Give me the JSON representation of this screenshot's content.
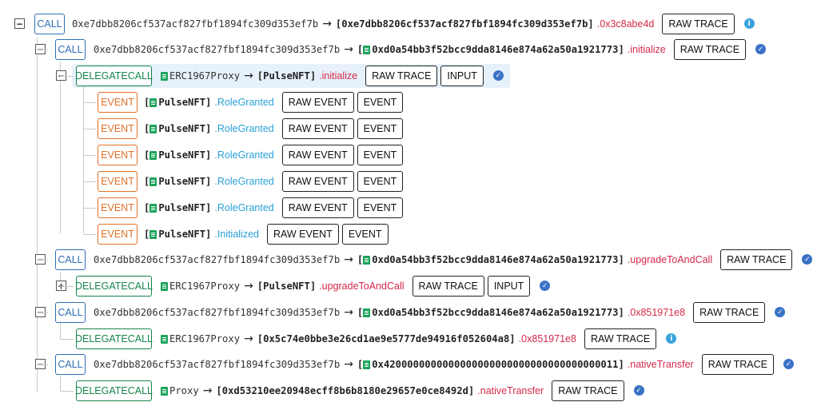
{
  "rows": [
    {
      "type": "CALL",
      "from": "0xe7dbb8206cf537acf827fbf1894fc309d353ef7b",
      "to": "[0xe7dbb8206cf537acf827fbf1894fc309d353ef7b]",
      "method": ".0x3c8abe4d",
      "buttons": [
        "RAW TRACE"
      ],
      "status": "info",
      "toggle": "−"
    },
    {
      "type": "CALL",
      "from": "0xe7dbb8206cf537acf827fbf1894fc309d353ef7b",
      "to": "0xd0a54bb3f52bcc9dda8146e874a62a50a1921773]",
      "method": ".initialize",
      "buttons": [
        "RAW TRACE"
      ],
      "status": "ok",
      "toggle": "−"
    },
    {
      "type": "DELEGATECALL",
      "from": "ERC1967Proxy",
      "to": "[PulseNFT]",
      "method": ".initialize",
      "buttons": [
        "RAW TRACE",
        "INPUT"
      ],
      "status": "ok",
      "toggle": "−"
    },
    {
      "type": "EVENT",
      "contract": "PulseNFT]",
      "method": ".RoleGranted",
      "buttons": [
        "RAW EVENT",
        "EVENT"
      ]
    },
    {
      "type": "EVENT",
      "contract": "PulseNFT]",
      "method": ".RoleGranted",
      "buttons": [
        "RAW EVENT",
        "EVENT"
      ]
    },
    {
      "type": "EVENT",
      "contract": "PulseNFT]",
      "method": ".RoleGranted",
      "buttons": [
        "RAW EVENT",
        "EVENT"
      ]
    },
    {
      "type": "EVENT",
      "contract": "PulseNFT]",
      "method": ".RoleGranted",
      "buttons": [
        "RAW EVENT",
        "EVENT"
      ]
    },
    {
      "type": "EVENT",
      "contract": "PulseNFT]",
      "method": ".RoleGranted",
      "buttons": [
        "RAW EVENT",
        "EVENT"
      ]
    },
    {
      "type": "EVENT",
      "contract": "PulseNFT]",
      "method": ".Initialized",
      "buttons": [
        "RAW EVENT",
        "EVENT"
      ]
    },
    {
      "type": "CALL",
      "from": "0xe7dbb8206cf537acf827fbf1894fc309d353ef7b",
      "to": "0xd0a54bb3f52bcc9dda8146e874a62a50a1921773]",
      "method": ".upgradeToAndCall",
      "buttons": [
        "RAW TRACE"
      ],
      "status": "ok",
      "toggle": "−"
    },
    {
      "type": "DELEGATECALL",
      "from": "ERC1967Proxy",
      "to": "[PulseNFT]",
      "method": ".upgradeToAndCall",
      "buttons": [
        "RAW TRACE",
        "INPUT"
      ],
      "status": "ok",
      "toggle": "+"
    },
    {
      "type": "CALL",
      "from": "0xe7dbb8206cf537acf827fbf1894fc309d353ef7b",
      "to": "0xd0a54bb3f52bcc9dda8146e874a62a50a1921773]",
      "method": ".0x851971e8",
      "buttons": [
        "RAW TRACE"
      ],
      "status": "ok",
      "toggle": "−"
    },
    {
      "type": "DELEGATECALL",
      "from": "ERC1967Proxy",
      "to": "[0x5c74e0bbe3e26cd1ae9e5777de94916f052604a8]",
      "method": ".0x851971e8",
      "buttons": [
        "RAW TRACE"
      ],
      "status": "info"
    },
    {
      "type": "CALL",
      "from": "0xe7dbb8206cf537acf827fbf1894fc309d353ef7b",
      "to": "0x4200000000000000000000000000000000000011]",
      "method": ".nativeTransfer",
      "buttons": [
        "RAW TRACE"
      ],
      "status": "ok",
      "toggle": "−"
    },
    {
      "type": "DELEGATECALL",
      "from": "Proxy",
      "to": "[0xd53210ee20948ecff8b6b8180e29657e0ce8492d]",
      "method": ".nativeTransfer",
      "buttons": [
        "RAW TRACE"
      ],
      "status": "ok"
    }
  ],
  "status_glyphs": {
    "ok": "✓",
    "info": "i"
  },
  "colors": {
    "call": "#2f6fb5",
    "delegatecall": "#16844a",
    "event": "#e07028",
    "method_call": "#d3294a",
    "method_event": "#2aa0d8",
    "ok": "#3b72c6",
    "info": "#3aa3dc"
  }
}
